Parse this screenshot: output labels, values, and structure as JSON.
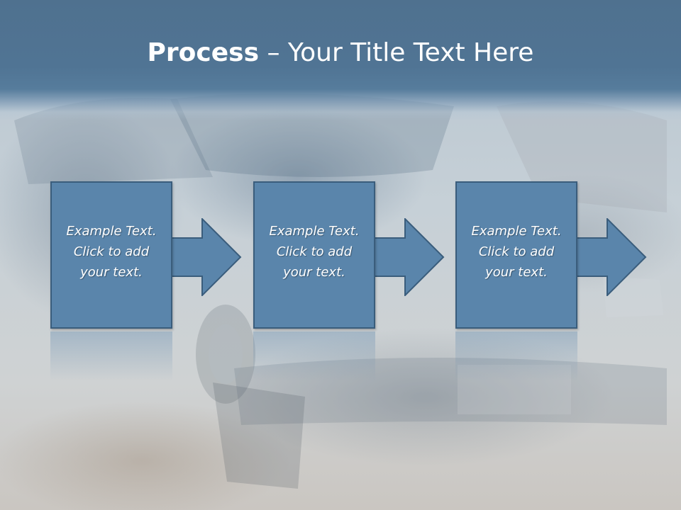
{
  "slide": {
    "title_bold": "Process",
    "title_rest": " – Your Title Text Here"
  },
  "steps": [
    {
      "line1": "Example Text.",
      "line2": "Click  to add",
      "line3": "your text."
    },
    {
      "line1": "Example Text.",
      "line2": "Click  to add",
      "line3": "your text."
    },
    {
      "line1": "Example Text.",
      "line2": "Click  to add",
      "line3": "your text."
    }
  ],
  "colors": {
    "title_band": "#4f718f",
    "step_fill": "#5a85ab",
    "step_border": "#3a5d7c",
    "text": "#ffffff"
  }
}
